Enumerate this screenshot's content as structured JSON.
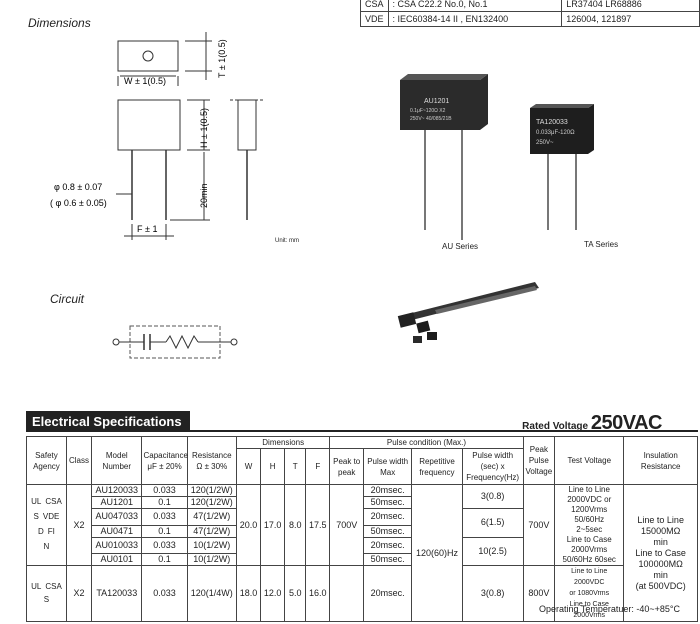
{
  "certs": [
    {
      "agency": "CSA",
      "standard": ": CSA C22.2  No.0, No.1",
      "file": "LR37404 LR68886"
    },
    {
      "agency": "VDE",
      "standard": ": IEC60384-14 II , EN132400",
      "file": "126004, 121897"
    }
  ],
  "dimensions": {
    "heading": "Dimensions",
    "w_label": "W ± 1(0.5)",
    "t_label": "T ± 1(0.5)",
    "h_label": "H ± 1(0.5)",
    "min_label": "20min",
    "lead1": "φ 0.8 ± 0.07",
    "lead2": "( φ 0.6 ± 0.05)",
    "f_label": "F ± 1",
    "unit": "Unit: mm"
  },
  "photos": {
    "au_caption": "AU Series",
    "ta_caption": "TA Series",
    "au_marking": [
      "AU1201",
      "0.1μF~120Ω X2",
      "250V~ 40/085/21B"
    ],
    "ta_marking": [
      "TA120033",
      "0.033μF-120Ω",
      "250V~"
    ]
  },
  "circuit": {
    "heading": "Circuit"
  },
  "spec": {
    "title": "Electrical Specifications",
    "rated_label": "Rated Voltage",
    "rated_value": "250VAC",
    "headers": {
      "safety": "Safety Agency",
      "class": "Class",
      "model": "Model Number",
      "cap": "Capacitance μF ± 20%",
      "res": "Resistance Ω ± 30%",
      "dims": "Dimensions",
      "w": "W",
      "h": "H",
      "t": "T",
      "f": "F",
      "pulse": "Pulse condition (Max.)",
      "peak_to_peak": "Peak to peak",
      "pulse_width": "Pulse width Max",
      "rep_freq": "Repetitive frequency",
      "pulse_width_freq": "Pulse width (sec) x Frequency(Hz)",
      "peak_pulse": "Peak Pulse Voltage",
      "test_voltage": "Test Voltage",
      "insulation": "Insulation Resistance"
    },
    "rows": [
      {
        "model": "AU120033",
        "cap": "0.033",
        "res": "120(1/2W)",
        "pw": "20msec."
      },
      {
        "model": "AU1201",
        "cap": "0.1",
        "res": "120(1/2W)",
        "pw": "50msec."
      },
      {
        "model": "AU047033",
        "cap": "0.033",
        "res": "47(1/2W)",
        "pw": "20msec."
      },
      {
        "model": "AU0471",
        "cap": "0.1",
        "res": "47(1/2W)",
        "pw": "50msec."
      },
      {
        "model": "AU010033",
        "cap": "0.033",
        "res": "10(1/2W)",
        "pw": "20msec."
      },
      {
        "model": "AU0101",
        "cap": "0.1",
        "res": "10(1/2W)",
        "pw": "50msec."
      }
    ],
    "group1": {
      "class": "X2",
      "w": "20.0",
      "h": "17.0",
      "t": "8.0",
      "f": "17.5",
      "pp": "700V",
      "rep": "120(60)Hz",
      "pwf1": "3(0.8)",
      "pwf2": "6(1.5)",
      "pwf3": "10(2.5)",
      "peak": "700V",
      "test1": "Line to Line",
      "test2": "2000VDC or",
      "test3": "1200Vrms",
      "test4": "50/60Hz",
      "test5": "2~5sec",
      "test6": "Line to Case",
      "test7": "2000Vrms",
      "test8": "50/60Hz 60sec",
      "ins1": "Line to Line",
      "ins2": "15000MΩ",
      "ins3": "min",
      "ins4": "Line to Case",
      "ins5": "100000MΩ",
      "ins6": "min",
      "ins7": "(at 500VDC)"
    },
    "ta_row": {
      "class": "X2",
      "model": "TA120033",
      "cap": "0.033",
      "res": "120(1/4W)",
      "w": "18.0",
      "h": "12.0",
      "t": "5.0",
      "f": "16.0",
      "pw": "20msec.",
      "pwf": "3(0.8)",
      "peak": "800V",
      "test1": "Line to Line",
      "test2": "2000VDC",
      "test3": "or 1080Vrms",
      "test4": "Line to Case",
      "test5": "2000Vrms"
    },
    "logos": {
      "ul": "UL",
      "csa": "CSA",
      "semko": "S",
      "vde": "VDE",
      "demko": "D",
      "nemko": "N",
      "fi": "FI"
    }
  },
  "temperature": "Operating Temperatuer: -40~+85°C"
}
